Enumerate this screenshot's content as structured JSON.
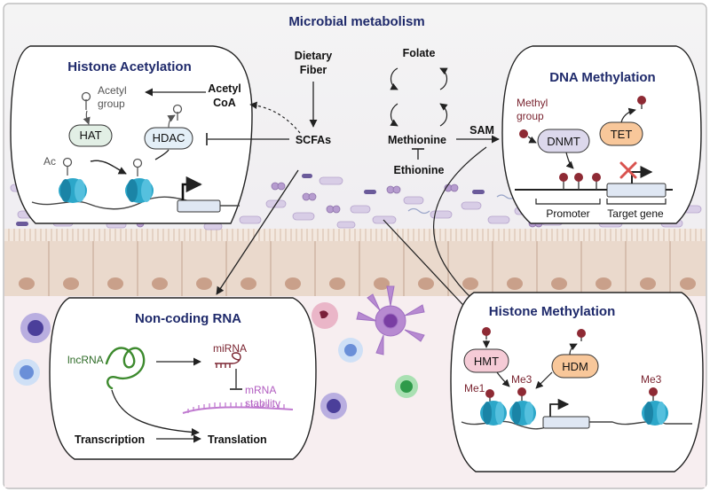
{
  "title": "Microbial metabolism",
  "inputs": {
    "dietary_fiber": [
      "Dietary",
      "Fiber"
    ],
    "scfas": "SCFAs",
    "acetyl_coa": [
      "Acetyl",
      "CoA"
    ],
    "folate": "Folate",
    "methionine": "Methionine",
    "ethionine": "Ethionine",
    "sam": "SAM"
  },
  "histone_acetylation": {
    "title": "Histone Acetylation",
    "acetyl_group": [
      "Acetyl",
      "group"
    ],
    "hat": "HAT",
    "hdac": "HDAC",
    "ac": "Ac"
  },
  "dna_methylation": {
    "title": "DNA Methylation",
    "methyl_group": [
      "Methyl",
      "group"
    ],
    "dnmt": "DNMT",
    "tet": "TET",
    "promoter": "Promoter",
    "target_gene": "Target gene"
  },
  "noncoding_rna": {
    "title": "Non-coding RNA",
    "lncrna": "lncRNA",
    "mirna": "miRNA",
    "mrna_stability": [
      "mRNA",
      "stability"
    ],
    "transcription": "Transcription",
    "translation": "Translation"
  },
  "histone_methylation": {
    "title": "Histone Methylation",
    "hmt": "HMT",
    "hdm": "HDM",
    "me1": "Me1",
    "me3_a": "Me3",
    "me3_b": "Me3"
  },
  "colors": {
    "title": "#1f2a6b",
    "nucleosome": "#2ca7c9",
    "methyl_mark": "#8e2a34",
    "acetyl_mark": "#8fae96",
    "lncrna": "#3d8a2e",
    "mirna": "#7a2430",
    "mrna": "#c07ad0",
    "epithelium": "#e8d6c9",
    "background": "#f1f1f1"
  }
}
